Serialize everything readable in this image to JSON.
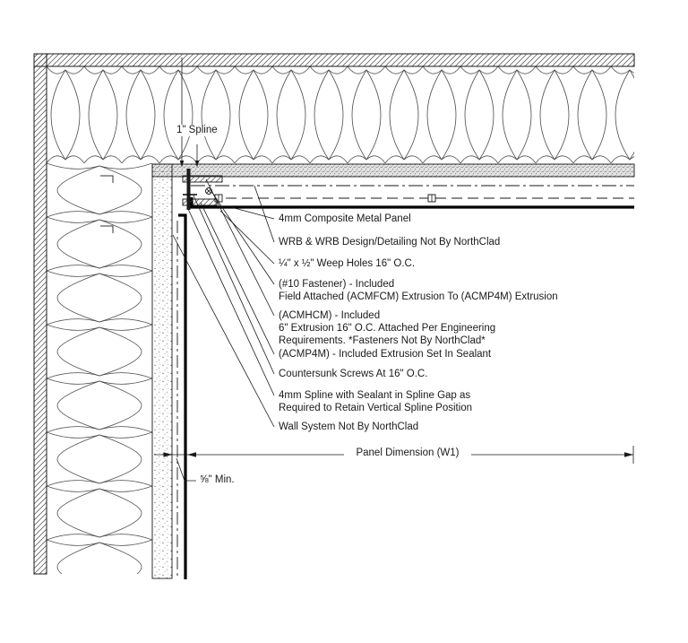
{
  "drawing": {
    "spline_label": "1\" Spline",
    "annotations": [
      {
        "lines": [
          "4mm Composite Metal Panel"
        ]
      },
      {
        "lines": [
          "WRB & WRB Design/Detailing Not By NorthClad"
        ]
      },
      {
        "lines": [
          "¼\" x ½\" Weep Holes 16\" O.C."
        ]
      },
      {
        "lines": [
          "(#10 Fastener) - Included",
          "Field Attached (ACMFCM) Extrusion To (ACMP4M) Extrusion"
        ]
      },
      {
        "lines": [
          "(ACMHCM) - Included",
          "6\" Extrusion 16\" O.C. Attached Per Engineering",
          "Requirements. *Fasteners Not By NorthClad*"
        ]
      },
      {
        "lines": [
          "(ACMP4M) - Included Extrusion Set In Sealant"
        ]
      },
      {
        "lines": [
          "Countersunk Screws At 16\" O.C."
        ]
      },
      {
        "lines": [
          "4mm Spline with Sealant in Spline Gap as",
          "Required to Retain Vertical Spline Position"
        ]
      },
      {
        "lines": [
          "Wall System Not By NorthClad"
        ]
      }
    ],
    "dimensions": {
      "panel_width": "Panel Dimension (W1)",
      "min_offset": "⅝\" Min."
    },
    "colors": {
      "line": "#1a1a1a",
      "panel": "#000000"
    }
  }
}
